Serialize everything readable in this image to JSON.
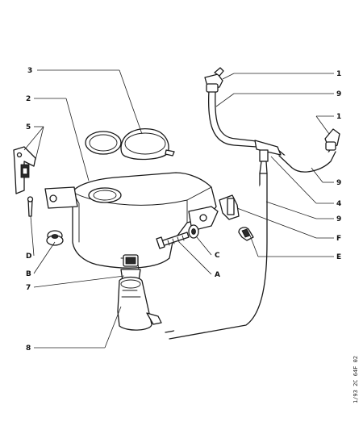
{
  "callouts": {
    "c3": "3",
    "c2": "2",
    "c5": "5",
    "cD": "D",
    "cB": "B",
    "c7": "7",
    "c8": "8",
    "c1a": "1",
    "c9a": "9",
    "c1b": "1",
    "c9b": "9",
    "c4": "4",
    "c9c": "9",
    "cF": "F",
    "cE": "E",
    "cC": "C",
    "cA": "A"
  },
  "reference": "1/93  2C 64F 02"
}
